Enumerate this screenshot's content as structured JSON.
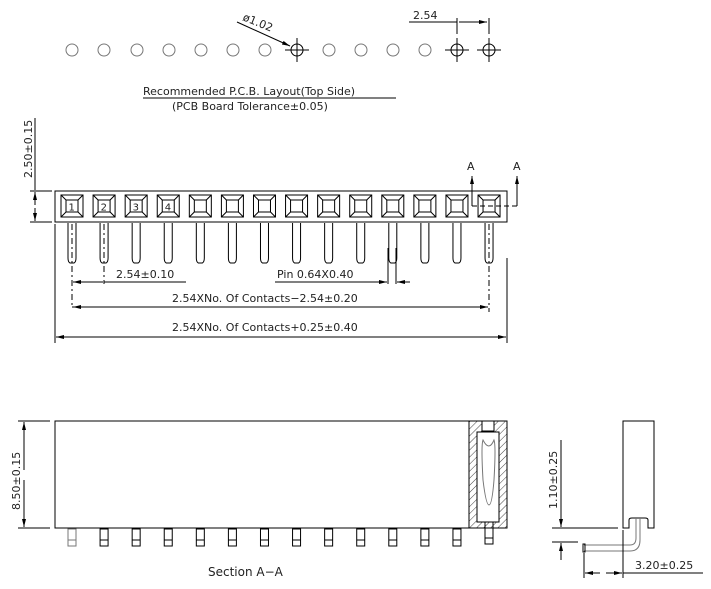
{
  "pcb_layout": {
    "hole_count": 14,
    "hole_diameter_label": "ø1.02",
    "pitch_label": "2.54",
    "title": "Recommended P.C.B. Layout(Top Side)",
    "subtitle": "(PCB Board Tolerance±0.05)"
  },
  "top_view": {
    "contact_count": 14,
    "numbered_contacts": [
      "1",
      "2",
      "3",
      "4"
    ],
    "height_label": "2.50±0.15",
    "section_marker_left": "A",
    "section_marker_right": "A",
    "pitch_label": "2.54±0.10",
    "pin_size_label": "Pin 0.64X0.40",
    "span_inner_label": "2.54XNo. Of Contacts−2.54±0.20",
    "span_outer_label": "2.54XNo. Of Contacts+0.25±0.40"
  },
  "front_view": {
    "height_label": "8.50±0.15",
    "caption": "Section A−A"
  },
  "side_view": {
    "standoff_label": "1.10±0.25",
    "pin_offset_label": "3.20±0.25"
  }
}
